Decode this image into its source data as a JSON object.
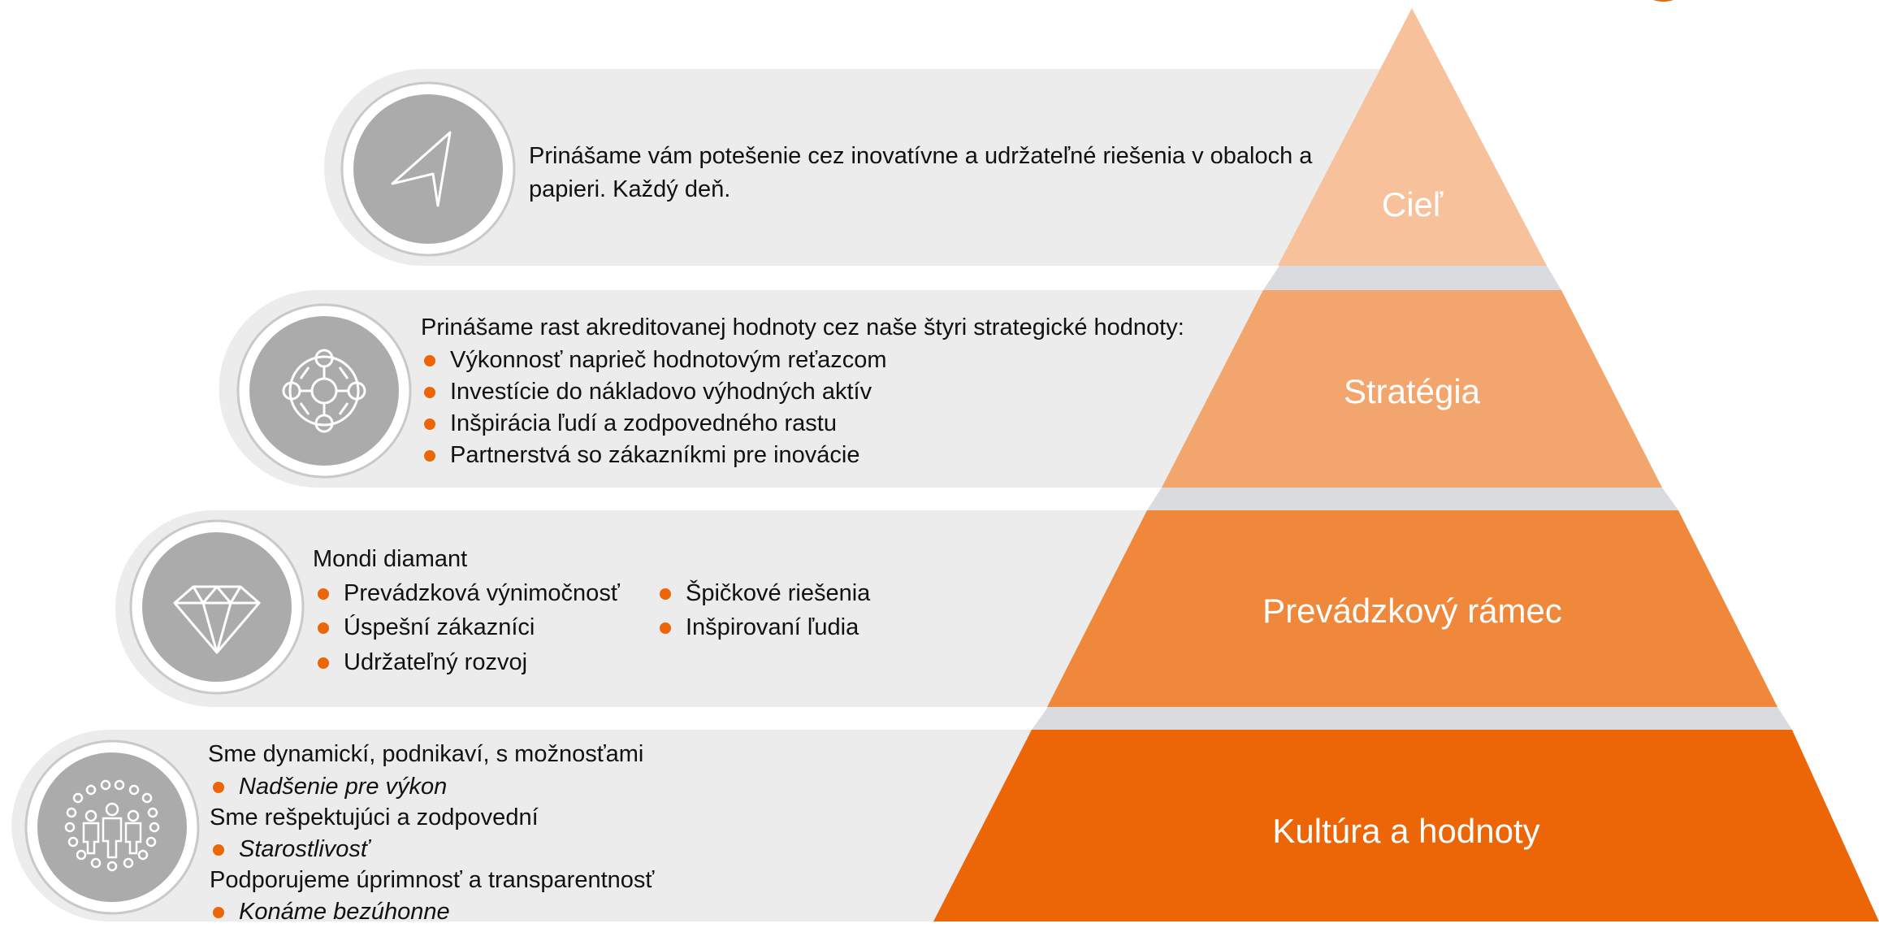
{
  "colors": {
    "band": "#ececec",
    "band_shadow": "#d9dbde",
    "icon_circle": "#ababab",
    "bullet": "#ec6608",
    "tier_1": "#f7c19b",
    "tier_2": "#f3a56e",
    "tier_3": "#ef883b",
    "tier_4": "#ec6608"
  },
  "pyramid": {
    "tiers": [
      {
        "label": "Cieľ",
        "icon": "navigation-arrow-icon"
      },
      {
        "label": "Stratégia",
        "icon": "strategy-network-icon"
      },
      {
        "label": "Prevádzkový rámec",
        "icon": "diamond-icon"
      },
      {
        "label": "Kultúra a hodnoty",
        "icon": "people-group-icon"
      }
    ]
  },
  "goal": {
    "text": "Prinášame vám potešenie cez inovatívne a udržateľné riešenia v obaloch a papieri. Každý deň."
  },
  "strategy": {
    "intro": "Prinášame rast akreditovanej hodnoty cez naše štyri strategické hodnoty:",
    "items": [
      "Výkonnosť naprieč hodnotovým reťazcom",
      "Investície do nákladovo výhodných aktív",
      "Inšpirácia ľudí a zodpovedného rastu",
      "Partnerstvá so zákazníkmi pre inovácie"
    ]
  },
  "framework": {
    "title": "Mondi diamant",
    "left_items": [
      "Prevádzková výnimočnosť",
      "Úspešní zákazníci",
      "Udržateľný rozvoj"
    ],
    "right_items": [
      "Špičkové riešenia",
      "Inšpirovaní ľudia"
    ]
  },
  "culture": {
    "groups": [
      {
        "heading": "Sme dynamickí, podnikaví, s možnosťami",
        "value": "Nadšenie pre výkon"
      },
      {
        "heading": "Sme rešpektujúci a zodpovední",
        "value": "Starostlivosť"
      },
      {
        "heading": "Podporujeme úprimnosť a transparentnosť",
        "value": "Konáme bezúhonne"
      }
    ]
  }
}
